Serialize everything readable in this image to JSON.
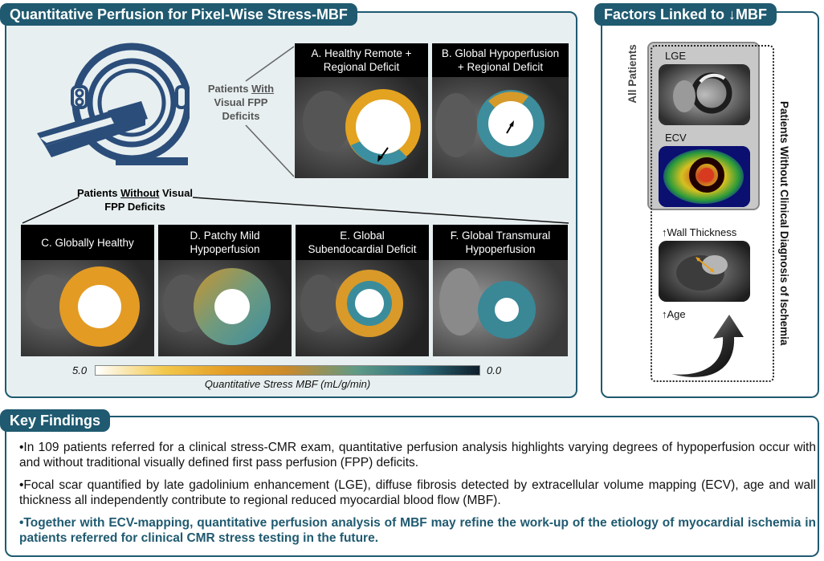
{
  "left_panel": {
    "title": "Quantitative Perfusion for Pixel-Wise Stress-MBF",
    "with_label_l1": "Patients ",
    "with_label_u": "With",
    "with_label_l2": "Visual FPP",
    "with_label_l3": "Deficits",
    "without_label_l1a": "Patients ",
    "without_label_u": "Without",
    "without_label_l1b": " Visual",
    "without_label_l2": "FPP Deficits",
    "tiles": [
      {
        "l1": "A. Healthy Remote +",
        "l2": "Regional Deficit"
      },
      {
        "l1": "B. Global Hypoperfusion",
        "l2": "+  Regional Deficit"
      },
      {
        "l1": "C. Globally Healthy",
        "l2": ""
      },
      {
        "l1": "D. Patchy Mild",
        "l2": "Hypoperfusion"
      },
      {
        "l1": "E. Global",
        "l2": "Subendocardial Deficit"
      },
      {
        "l1": "F. Global Transmural",
        "l2": "Hypoperfusion"
      }
    ],
    "colorbar": {
      "min_label": "5.0",
      "max_label": "0.0",
      "label": "Quantitative Stress MBF (mL/g/min)"
    }
  },
  "right_panel": {
    "title": "Factors Linked to ↓MBF",
    "all_patients": "All Patients",
    "without_diag": "Patients Without Clinical Diagnosis of Ischemia",
    "lge": "LGE",
    "ecv": "ECV",
    "wall": "↑Wall Thickness",
    "age": "↑Age"
  },
  "bottom_panel": {
    "title": "Key Findings",
    "f1": "•In 109 patients referred for a clinical stress-CMR exam, quantitative perfusion analysis highlights varying degrees of hypoperfusion occur with and without traditional visually defined first pass perfusion (FPP) deficits.",
    "f2": "•Focal scar quantified by late gadolinium enhancement (LGE), diffuse fibrosis detected by extracellular volume mapping (ECV), age and wall thickness all independently contribute to regional reduced myocardial blood flow (MBF).",
    "f3": "•Together with ECV-mapping, quantitative perfusion analysis of MBF may refine the work-up of the etiology of myocardial ischemia in patients referred for clinical CMR stress testing in the future."
  },
  "colors": {
    "brand": "#1f5a70",
    "panel_bg": "#e7eff0"
  }
}
